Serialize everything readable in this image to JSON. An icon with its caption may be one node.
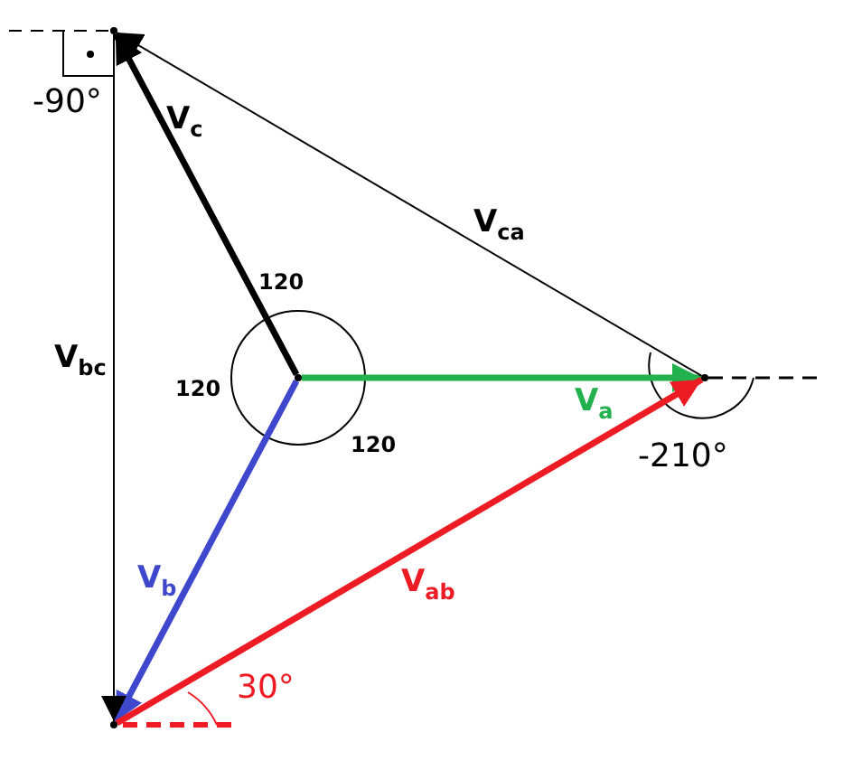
{
  "diagram": {
    "nodes": [
      {
        "text": [],
        "shape": "point"
      },
      {
        "text": [],
        "shape": "point"
      },
      {
        "text": [],
        "shape": "point"
      },
      {
        "text": [],
        "shape": "point"
      }
    ],
    "edges": [
      {
        "from": 0,
        "to": 1,
        "arrow": "to",
        "label": "V$_{a}$",
        "color": "#22b14c"
      },
      {
        "from": 0,
        "to": 2,
        "arrow": "to",
        "label": "V$_{b}$",
        "color": "#3f48cc"
      },
      {
        "from": 0,
        "to": 3,
        "arrow": "to",
        "label": "V$_{c}$"
      },
      {
        "from": 2,
        "to": 1,
        "arrow": "to",
        "label": "V$_{ab}$",
        "color": "#ed1c24"
      },
      {
        "from": 1,
        "to": 3,
        "arrow": "to",
        "label": "V$_{ca}$"
      },
      {
        "from": 3,
        "to": 2,
        "arrow": "to",
        "label": "V$_{bc}$"
      }
    ],
    "labels": [
      "-90°",
      "120",
      "120",
      "120",
      "-210°",
      "30°"
    ]
  }
}
